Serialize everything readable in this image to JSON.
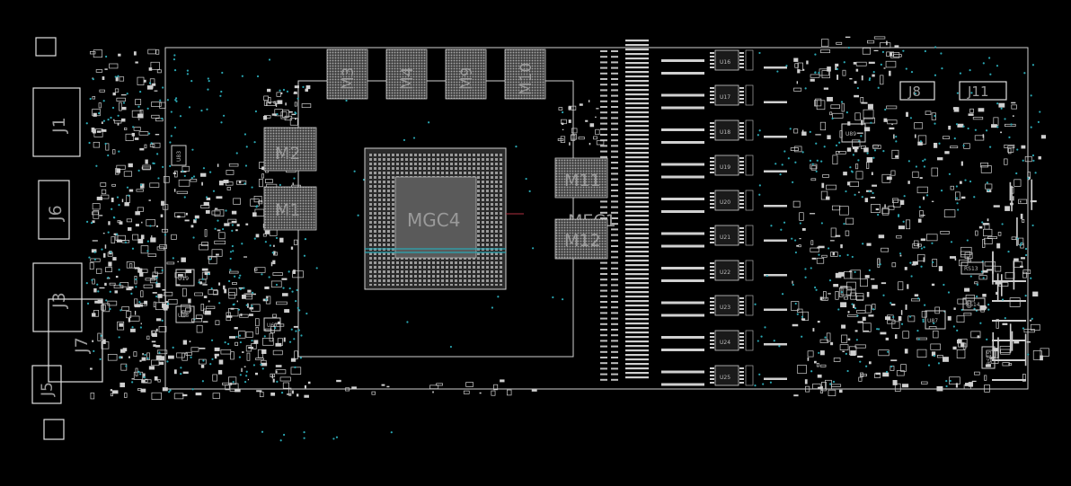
{
  "window": {
    "title": ""
  },
  "components": {
    "connectors": [
      {
        "ref": "J1"
      },
      {
        "ref": "J6"
      },
      {
        "ref": "J3"
      },
      {
        "ref": "J7"
      },
      {
        "ref": "J5"
      },
      {
        "ref": "J8"
      },
      {
        "ref": "J11"
      }
    ],
    "memory_top": [
      {
        "ref": "M3"
      },
      {
        "ref": "M4"
      },
      {
        "ref": "M9"
      },
      {
        "ref": "M10"
      }
    ],
    "memory_left": [
      {
        "ref": "M2"
      },
      {
        "ref": "M1"
      }
    ],
    "memory_right": [
      {
        "ref": "M11"
      },
      {
        "ref": "M12"
      }
    ],
    "gpu": {
      "ref": "MGC4"
    },
    "mech": {
      "ref": "MEC1"
    },
    "vregs": [
      {
        "ref": "U16"
      },
      {
        "ref": "U17"
      },
      {
        "ref": "U18"
      },
      {
        "ref": "U19"
      },
      {
        "ref": "U20"
      },
      {
        "ref": "U21"
      },
      {
        "ref": "U22"
      },
      {
        "ref": "U23"
      },
      {
        "ref": "U24"
      },
      {
        "ref": "U25"
      }
    ],
    "small_labels": [
      {
        "ref": "U83"
      },
      {
        "ref": "U89"
      },
      {
        "ref": "U87"
      },
      {
        "ref": "U19"
      },
      {
        "ref": "U18"
      },
      {
        "ref": "RS13"
      },
      {
        "ref": "RS14"
      },
      {
        "ref": "RS15"
      },
      {
        "ref": "U67"
      }
    ]
  },
  "colors": {
    "background": "#000000",
    "outline": "#cfcfcf",
    "via": "#2aa7b3",
    "pad": "#d8d8d8",
    "trace": "#b03040"
  }
}
